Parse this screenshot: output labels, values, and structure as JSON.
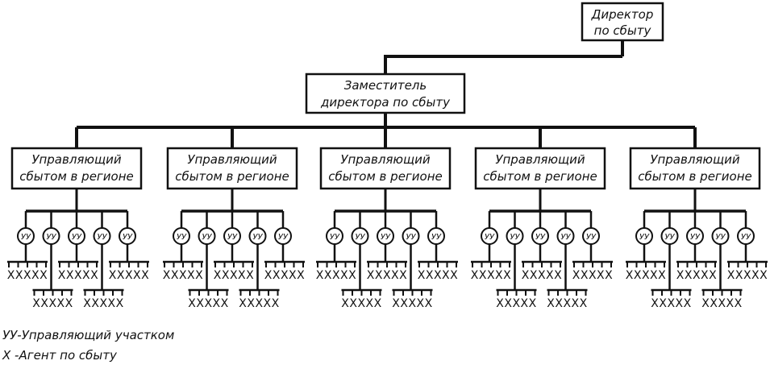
{
  "director": {
    "line1": "Директор",
    "line2": "по сбыту"
  },
  "deputy": {
    "line1": "Заместитель",
    "line2": "директора по сбыту"
  },
  "region_manager": {
    "line1": "Управляющий",
    "line2": "сбытом в регионе"
  },
  "section_manager_abbrev": "УУ",
  "agents_label": "XXXXX",
  "regions_count": 5,
  "sections_per_region": 5,
  "legend": [
    "УУ-Управляющий участком",
    "X -Агент по сбыту"
  ]
}
